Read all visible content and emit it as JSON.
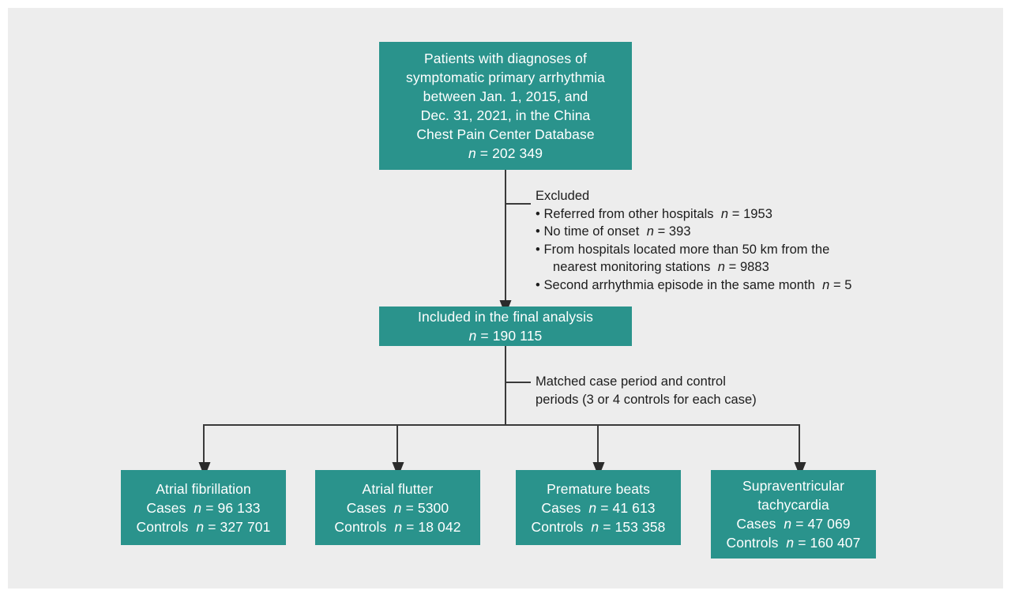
{
  "figure": {
    "type": "flowchart",
    "description": "Study participant selection flow diagram",
    "background_color": "#ededed",
    "box_color": "#2a938c",
    "box_text_color": "#ffffff",
    "connector_color": "#3a3a3a"
  },
  "nodes": {
    "source": {
      "id": "source-cohort",
      "lines": [
        "Patients with diagnoses of",
        "symptomatic primary arrhythmia",
        "between Jan. 1, 2015, and",
        "Dec. 31, 2021, in the China",
        "Chest Pain Center Database"
      ],
      "n_label": "n",
      "n_value": "= 202 349"
    },
    "included": {
      "id": "included-final-analysis",
      "lines": [
        "Included in the final analysis"
      ],
      "n_label": "n",
      "n_value": "= 190 115"
    }
  },
  "annotations": {
    "excluded": {
      "heading": "Excluded",
      "items": [
        {
          "text": "Referred from other hospitals",
          "n_label": "n",
          "n_value": "= 1953"
        },
        {
          "text": "No time of onset",
          "n_label": "n",
          "n_value": "= 393"
        },
        {
          "text": "From hospitals located more than 50 km from the",
          "text2": "nearest monitoring stations",
          "n_label": "n",
          "n_value": "= 9883"
        },
        {
          "text": "Second arrhythmia episode in the same month",
          "n_label": "n",
          "n_value": "= 5"
        }
      ]
    },
    "matching": {
      "lines": [
        "Matched case period and control",
        "periods (3 or 4 controls for each case)"
      ]
    }
  },
  "outcomes": [
    {
      "title_lines": [
        "Atrial fibrillation"
      ],
      "cases_label": "Cases",
      "cases_n_label": "n",
      "cases_value": "=  96 133",
      "controls_label": "Controls",
      "controls_n_label": "n",
      "controls_value": "= 327 701"
    },
    {
      "title_lines": [
        "Atrial flutter"
      ],
      "cases_label": "Cases",
      "cases_n_label": "n",
      "cases_value": "=  5300",
      "controls_label": "Controls",
      "controls_n_label": "n",
      "controls_value": "= 18 042"
    },
    {
      "title_lines": [
        "Premature beats"
      ],
      "cases_label": "Cases",
      "cases_n_label": "n",
      "cases_value": "= 41 613",
      "controls_label": "Controls",
      "controls_n_label": "n",
      "controls_value": "= 153 358"
    },
    {
      "title_lines": [
        "Supraventricular",
        "tachycardia"
      ],
      "cases_label": "Cases",
      "cases_n_label": "n",
      "cases_value": "= 47 069",
      "controls_label": "Controls",
      "controls_n_label": "n",
      "controls_value": "=  160 407"
    }
  ]
}
